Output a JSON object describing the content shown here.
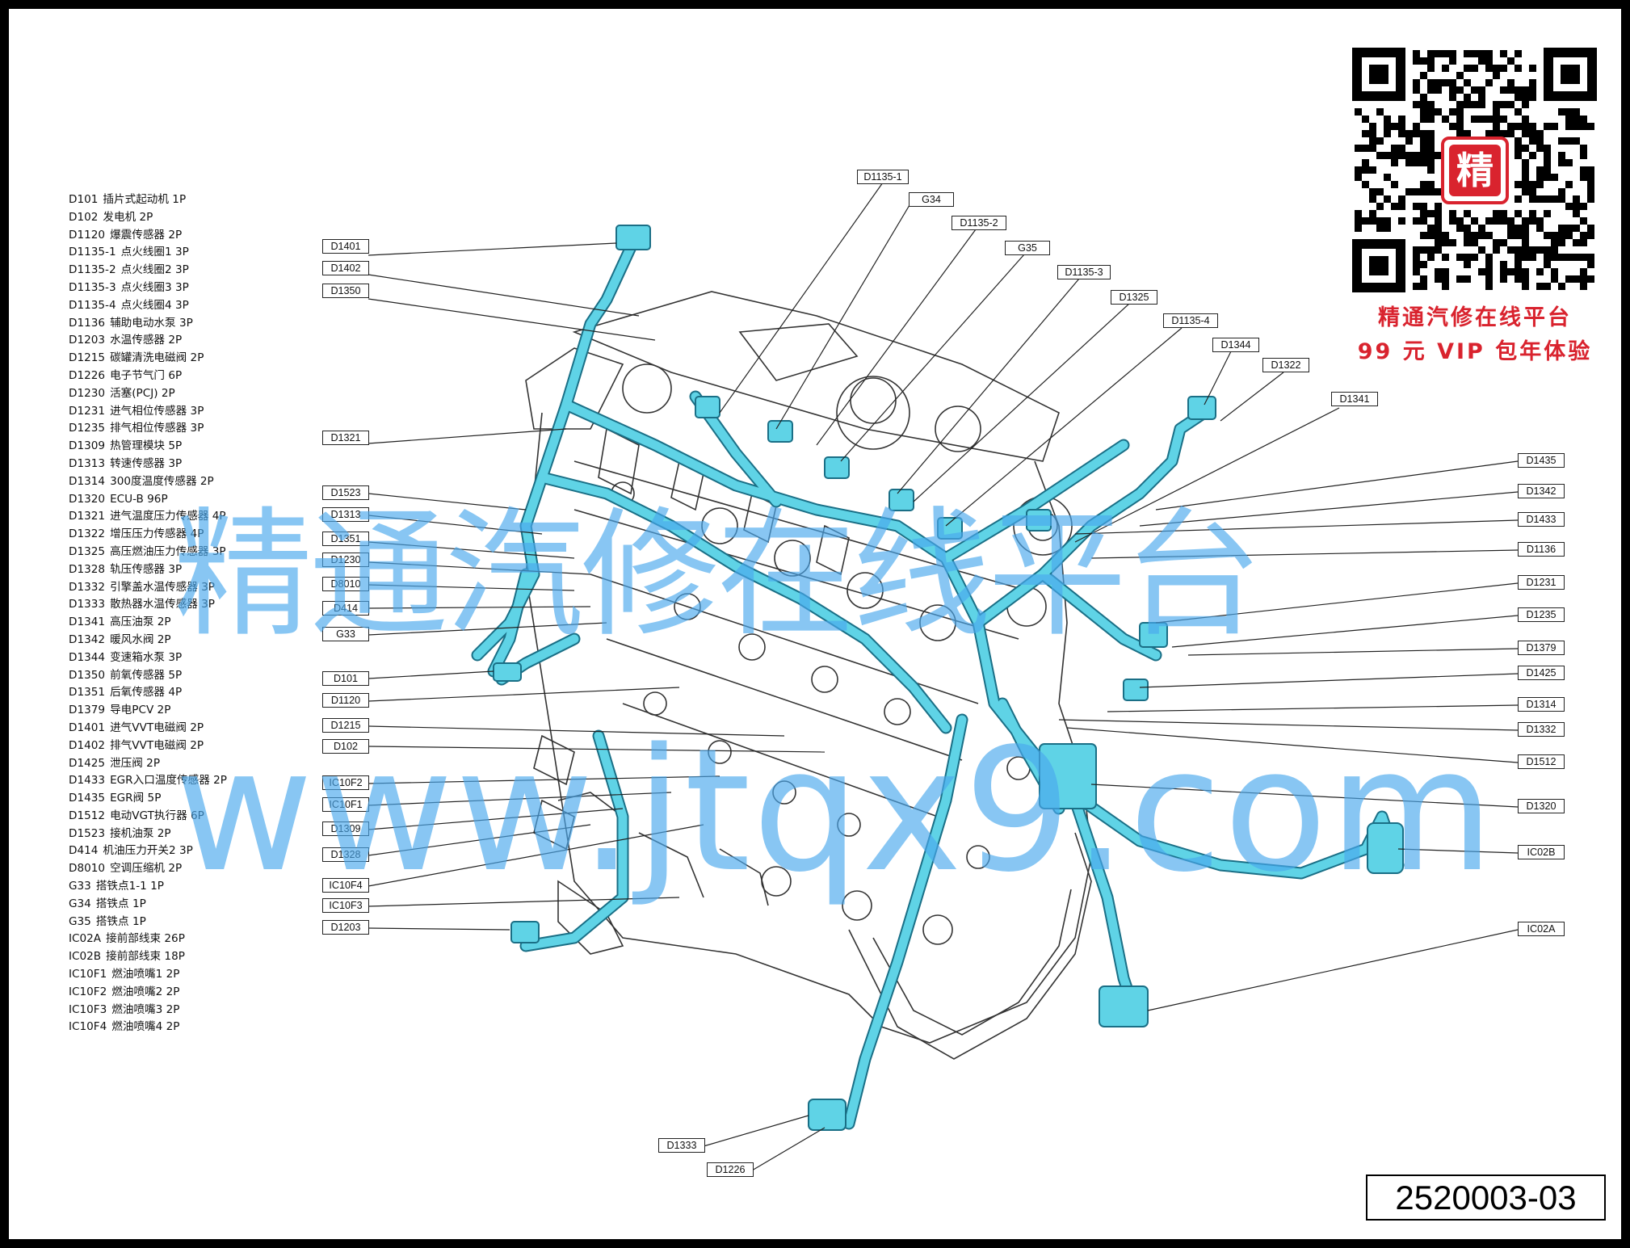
{
  "legend": [
    {
      "code": "D101",
      "desc": "插片式起动机 1P"
    },
    {
      "code": "D102",
      "desc": "发电机 2P"
    },
    {
      "code": "D1120",
      "desc": "爆震传感器 2P"
    },
    {
      "code": "D1135-1",
      "desc": "点火线圈1 3P"
    },
    {
      "code": "D1135-2",
      "desc": "点火线圈2 3P"
    },
    {
      "code": "D1135-3",
      "desc": "点火线圈3 3P"
    },
    {
      "code": "D1135-4",
      "desc": "点火线圈4 3P"
    },
    {
      "code": "D1136",
      "desc": "辅助电动水泵 3P"
    },
    {
      "code": "D1203",
      "desc": "水温传感器 2P"
    },
    {
      "code": "D1215",
      "desc": "碳罐清洗电磁阀 2P"
    },
    {
      "code": "D1226",
      "desc": "电子节气门 6P"
    },
    {
      "code": "D1230",
      "desc": "活塞(PCJ) 2P"
    },
    {
      "code": "D1231",
      "desc": "进气相位传感器 3P"
    },
    {
      "code": "D1235",
      "desc": "排气相位传感器 3P"
    },
    {
      "code": "D1309",
      "desc": "热管理模块 5P"
    },
    {
      "code": "D1313",
      "desc": "转速传感器 3P"
    },
    {
      "code": "D1314",
      "desc": "300度温度传感器 2P"
    },
    {
      "code": "D1320",
      "desc": "ECU-B 96P"
    },
    {
      "code": "D1321",
      "desc": "进气温度压力传感器 4P"
    },
    {
      "code": "D1322",
      "desc": "增压压力传感器 4P"
    },
    {
      "code": "D1325",
      "desc": "高压燃油压力传感器 3P"
    },
    {
      "code": "D1328",
      "desc": "轨压传感器 3P"
    },
    {
      "code": "D1332",
      "desc": "引擎盖水温传感器 3P"
    },
    {
      "code": "D1333",
      "desc": "散热器水温传感器 3P"
    },
    {
      "code": "D1341",
      "desc": "高压油泵 2P"
    },
    {
      "code": "D1342",
      "desc": "暖风水阀 2P"
    },
    {
      "code": "D1344",
      "desc": "变速箱水泵 3P"
    },
    {
      "code": "D1350",
      "desc": "前氧传感器 5P"
    },
    {
      "code": "D1351",
      "desc": "后氧传感器 4P"
    },
    {
      "code": "D1379",
      "desc": "导电PCV 2P"
    },
    {
      "code": "D1401",
      "desc": "进气VVT电磁阀 2P"
    },
    {
      "code": "D1402",
      "desc": "排气VVT电磁阀 2P"
    },
    {
      "code": "D1425",
      "desc": "泄压阀 2P"
    },
    {
      "code": "D1433",
      "desc": "EGR入口温度传感器 2P"
    },
    {
      "code": "D1435",
      "desc": "EGR阀 5P"
    },
    {
      "code": "D1512",
      "desc": "电动VGT执行器 6P"
    },
    {
      "code": "D1523",
      "desc": "接机油泵 2P"
    },
    {
      "code": "D414",
      "desc": "机油压力开关2 3P"
    },
    {
      "code": "D8010",
      "desc": "空调压缩机 2P"
    },
    {
      "code": "G33",
      "desc": "搭铁点1-1 1P"
    },
    {
      "code": "G34",
      "desc": "搭铁点 1P"
    },
    {
      "code": "G35",
      "desc": "搭铁点 1P"
    },
    {
      "code": "IC02A",
      "desc": "接前部线束 26P"
    },
    {
      "code": "IC02B",
      "desc": "接前部线束 18P"
    },
    {
      "code": "IC10F1",
      "desc": "燃油喷嘴1 2P"
    },
    {
      "code": "IC10F2",
      "desc": "燃油喷嘴2 2P"
    },
    {
      "code": "IC10F3",
      "desc": "燃油喷嘴3 2P"
    },
    {
      "code": "IC10F4",
      "desc": "燃油喷嘴4 2P"
    }
  ],
  "callouts": {
    "d1135_1": "D1135-1",
    "g34": "G34",
    "d1135_2": "D1135-2",
    "g35": "G35",
    "d1135_3": "D1135-3",
    "d1325": "D1325",
    "d1135_4": "D1135-4",
    "d1344": "D1344",
    "d1322": "D1322",
    "d1341": "D1341",
    "d1401": "D1401",
    "d1402": "D1402",
    "d1350": "D1350",
    "d1321": "D1321",
    "d1523": "D1523",
    "d1313": "D1313",
    "d1351": "D1351",
    "d1230": "D1230",
    "d8010": "D8010",
    "d414": "D414",
    "g33": "G33",
    "d101": "D101",
    "d1120": "D1120",
    "d1215": "D1215",
    "d102": "D102",
    "ic10f2": "IC10F2",
    "ic10f1": "IC10F1",
    "d1309": "D1309",
    "d1328": "D1328",
    "ic10f4": "IC10F4",
    "ic10f3": "IC10F3",
    "d1203": "D1203",
    "d1435": "D1435",
    "d1342": "D1342",
    "d1433": "D1433",
    "d1136": "D1136",
    "d1231": "D1231",
    "d1235": "D1235",
    "d1379": "D1379",
    "d1425": "D1425",
    "d1314": "D1314",
    "d1332": "D1332",
    "d1512": "D1512",
    "d1320": "D1320",
    "ic02b": "IC02B",
    "ic02a": "IC02A",
    "d1333": "D1333",
    "d1226": "D1226"
  },
  "promo": {
    "line1": "精通汽修在线平台",
    "line2": "99 元 VIP 包年体验",
    "qr_center": "精"
  },
  "watermark": {
    "line1": "精通汽修在线平台",
    "line2": "www.jtqx9.com"
  },
  "doc_number": "2520003-03",
  "colors": {
    "harness": "#5fd3e6",
    "harness_outline": "#1a6f86",
    "watermark": "#4aa9ee",
    "promo": "#d9232e"
  }
}
